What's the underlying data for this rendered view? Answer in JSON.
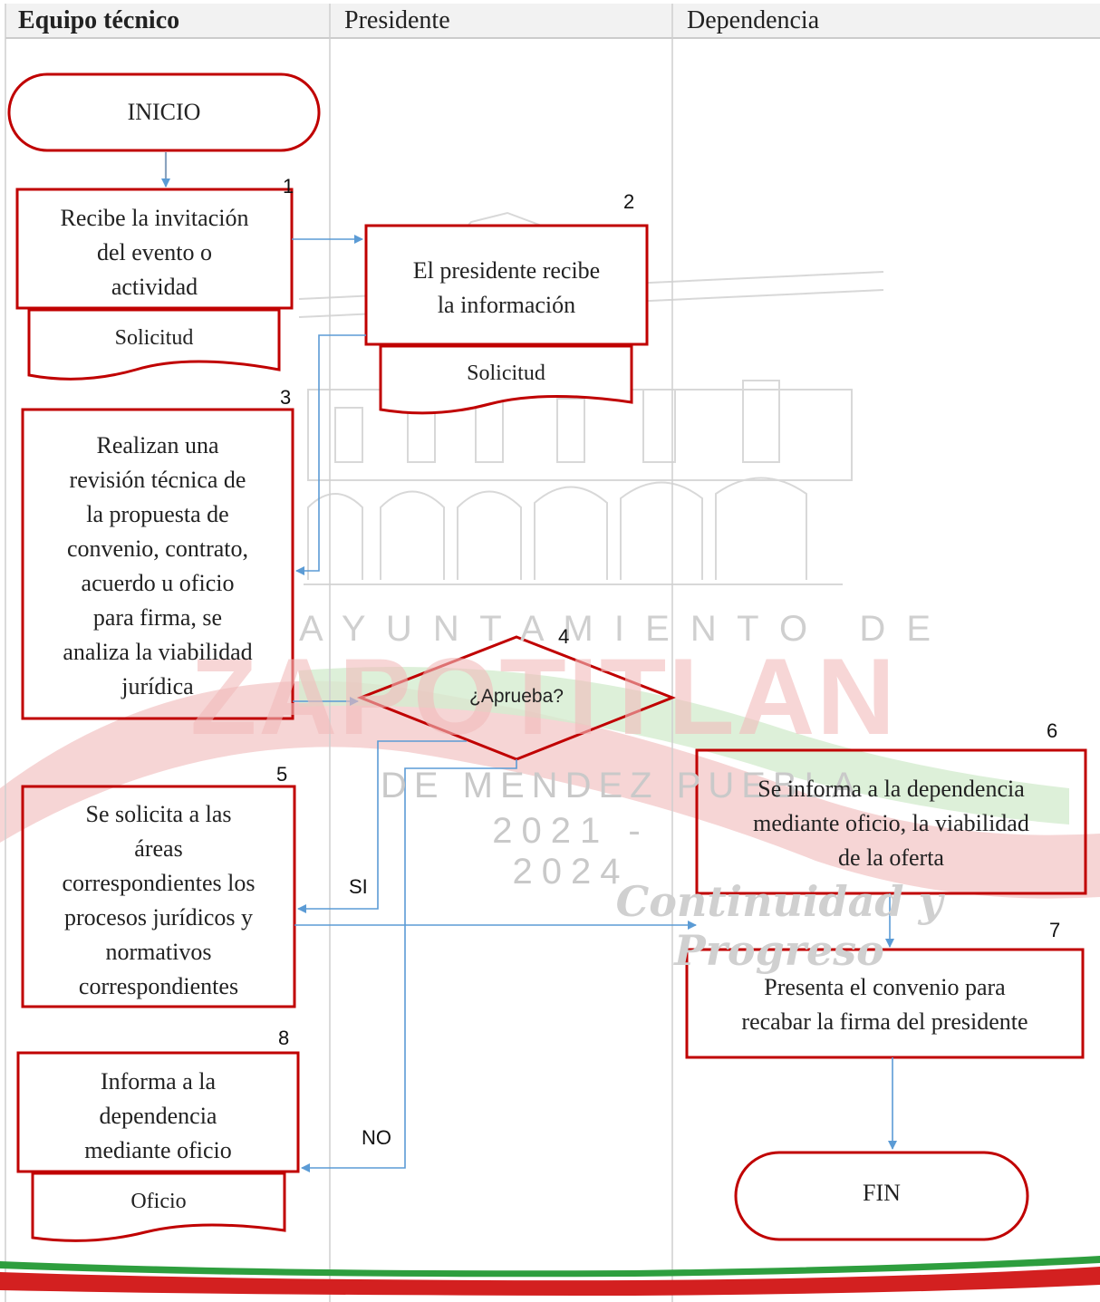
{
  "lanes": [
    "Equipo técnico",
    "Presidente",
    "Dependencia"
  ],
  "watermark": {
    "line1": "A Y U N T A M I E N T O   D E",
    "line2": "ZAPOTITLAN",
    "line3": "DE MENDEZ PUEBLA",
    "line4": "2021 - 2024",
    "motto": "Continuidad y Progreso"
  },
  "nodes": {
    "inicio": {
      "text": "INICIO"
    },
    "step1": {
      "number": "1",
      "lines": [
        "Recibe la invitación",
        "del evento o",
        "actividad"
      ]
    },
    "doc1": {
      "text": "Solicitud"
    },
    "step2": {
      "number": "2",
      "lines": [
        "El presidente recibe",
        "la información"
      ]
    },
    "doc2": {
      "text": "Solicitud"
    },
    "step3": {
      "number": "3",
      "lines": [
        "Realizan una",
        "revisión técnica de",
        "la propuesta de",
        "convenio, contrato,",
        "acuerdo u oficio",
        "para firma, se",
        "analiza la viabilidad",
        "jurídica"
      ]
    },
    "step4": {
      "number": "4",
      "text": "¿Aprueba?"
    },
    "step5": {
      "number": "5",
      "lines": [
        "Se solicita a las",
        "áreas",
        "correspondientes los",
        "procesos jurídicos y",
        "normativos",
        "correspondientes"
      ]
    },
    "step6": {
      "number": "6",
      "lines": [
        "Se informa a la dependencia",
        "mediante oficio, la viabilidad",
        "de la oferta"
      ]
    },
    "step7": {
      "number": "7",
      "lines": [
        "Presenta el convenio para",
        "recabar la firma del presidente"
      ]
    },
    "step8": {
      "number": "8",
      "lines": [
        "Informa a la",
        "dependencia",
        "mediante oficio"
      ]
    },
    "doc3": {
      "text": "Oficio"
    },
    "fin": {
      "text": "FIN"
    }
  },
  "edge_labels": {
    "yes": "SI",
    "no": "NO"
  },
  "colors": {
    "shape_stroke": "#c00000",
    "arrow": "#5b9bd5",
    "lane_line": "#cfcfcf",
    "header_bg": "#f2f2f2"
  }
}
